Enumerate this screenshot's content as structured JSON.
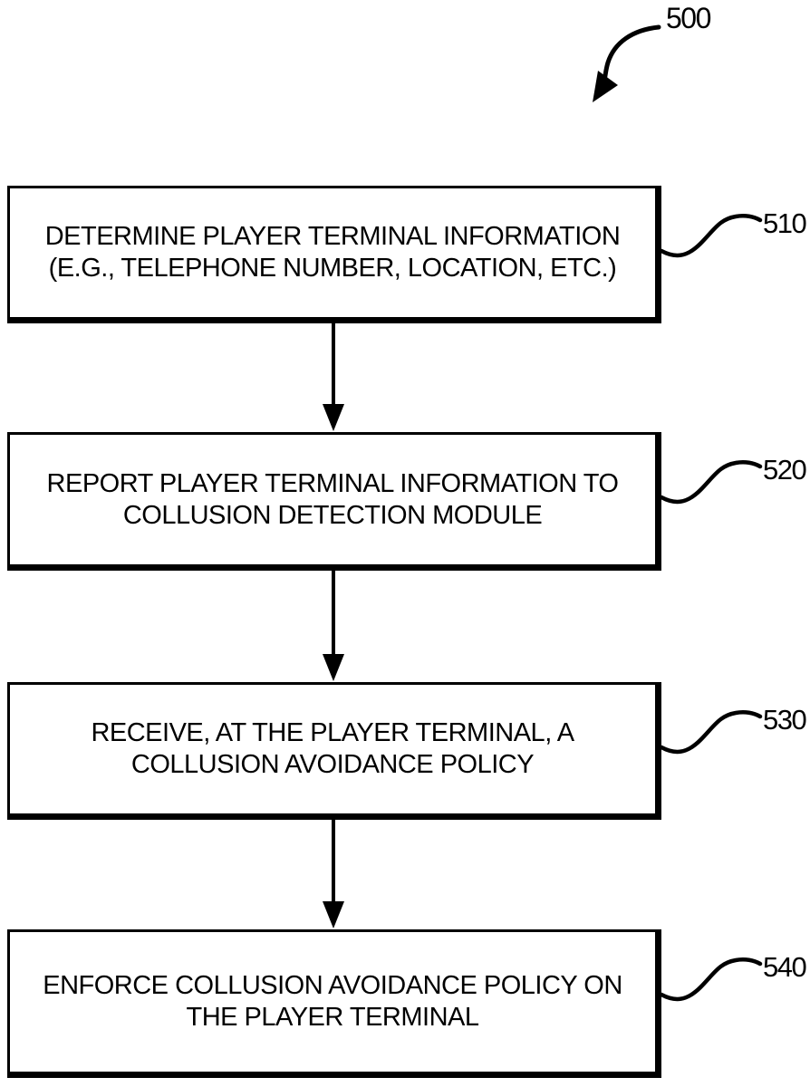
{
  "figure_label": "500",
  "colors": {
    "ink": "#000000",
    "background": "#ffffff"
  },
  "icons": {
    "figure_pointer": "curved-arrow-down-left",
    "flow_connector": "down-arrow",
    "ref_connector": "s-curve-line"
  },
  "steps": [
    {
      "ref": "510",
      "lines": [
        "DETERMINE PLAYER TERMINAL INFORMATION",
        "(E.G., TELEPHONE NUMBER, LOCATION, ETC.)"
      ]
    },
    {
      "ref": "520",
      "lines": [
        "REPORT PLAYER TERMINAL INFORMATION TO",
        "COLLUSION DETECTION MODULE"
      ]
    },
    {
      "ref": "530",
      "lines": [
        "RECEIVE, AT THE PLAYER TERMINAL, A",
        "COLLUSION AVOIDANCE POLICY"
      ]
    },
    {
      "ref": "540",
      "lines": [
        "ENFORCE COLLUSION AVOIDANCE POLICY ON",
        "THE PLAYER TERMINAL"
      ]
    }
  ]
}
